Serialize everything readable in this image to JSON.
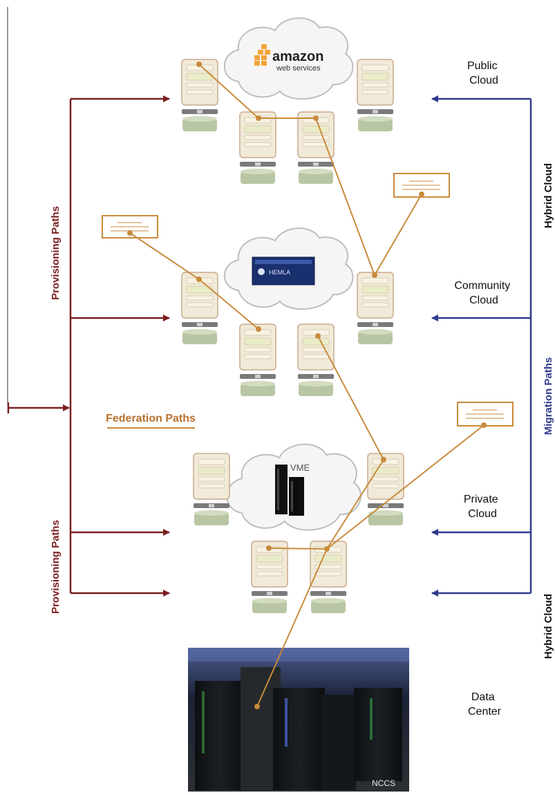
{
  "labels": {
    "public_cloud": [
      "Public",
      "Cloud"
    ],
    "community_cloud": [
      "Community",
      "Cloud"
    ],
    "private_cloud": [
      "Private",
      "Cloud"
    ],
    "data_center": [
      "Data",
      "Center"
    ],
    "hybrid_cloud_top": "Hybrid Cloud",
    "hybrid_cloud_bottom": "Hybrid Cloud",
    "migration_paths": "Migration Paths",
    "provisioning_paths_top": "Provisioning Paths",
    "provisioning_paths_bottom": "Provisioning Paths",
    "federation_paths": "Federation Paths",
    "amazon": "amazon",
    "web_services": "web services",
    "vme": "VME",
    "nccs": "NCCS",
    "hemla": "HEMLA"
  },
  "colors": {
    "provisioning": "#7b1f1f",
    "migration": "#2e3a8c",
    "federation": "#c98a3c",
    "server_face": "#f1ead8",
    "server_drawer": "#e9ecc6",
    "server_border": "#c9a98e",
    "disk": "#b9c6a3",
    "tray": "#7a7a7a"
  }
}
